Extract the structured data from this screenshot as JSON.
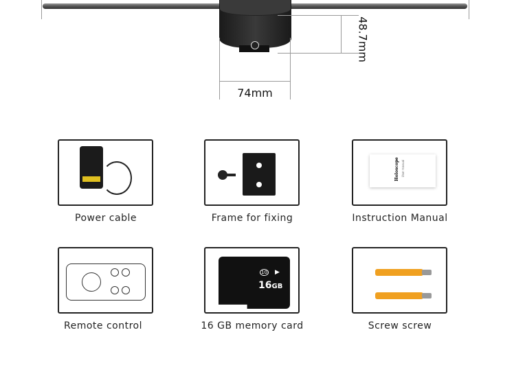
{
  "dimensions": {
    "height_label": "48.7mm",
    "width_label": "74mm"
  },
  "manual_cover": {
    "brand": "Holoscope",
    "subtitle": "User manual"
  },
  "memory_card": {
    "capacity": "16",
    "unit": "GB",
    "class": "10"
  },
  "accessories": [
    {
      "label": "Power cable"
    },
    {
      "label": "Frame for fixing"
    },
    {
      "label": "Instruction Manual"
    },
    {
      "label": "Remote control"
    },
    {
      "label": "16 GB memory card"
    },
    {
      "label": "Screw screw"
    }
  ]
}
